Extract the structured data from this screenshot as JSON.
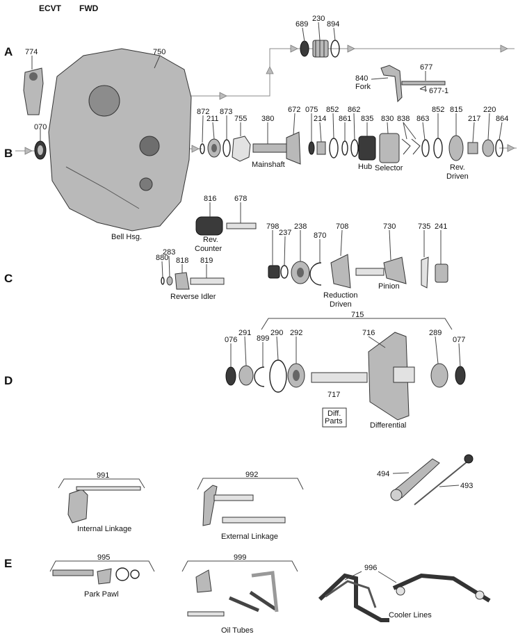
{
  "header": {
    "left": "ECVT",
    "right": "FWD"
  },
  "rows": [
    "A",
    "B",
    "C",
    "D",
    "E"
  ],
  "part_numbers": {
    "p774": "774",
    "p750": "750",
    "p070": "070",
    "p689": "689",
    "p230": "230",
    "p894": "894",
    "p677": "677",
    "p677_1": "677-1",
    "p840": "840",
    "p872": "872",
    "p211": "211",
    "p873": "873",
    "p755": "755",
    "p380": "380",
    "p672": "672",
    "p075": "075",
    "p214": "214",
    "p852a": "852",
    "p861": "861",
    "p862": "862",
    "p835": "835",
    "p830": "830",
    "p838": "838",
    "p863": "863",
    "p852b": "852",
    "p815": "815",
    "p217": "217",
    "p220": "220",
    "p864": "864",
    "p816": "816",
    "p678": "678",
    "p880": "880",
    "p283": "283",
    "p818": "818",
    "p819": "819",
    "p798": "798",
    "p237": "237",
    "p238": "238",
    "p870": "870",
    "p708": "708",
    "p730": "730",
    "p735": "735",
    "p241": "241",
    "p715": "715",
    "p076": "076",
    "p291": "291",
    "p899": "899",
    "p290": "290",
    "p292": "292",
    "p716": "716",
    "p289": "289",
    "p077": "077",
    "p717": "717",
    "p991": "991",
    "p992": "992",
    "p494": "494",
    "p493": "493",
    "p995": "995",
    "p999": "999",
    "p996": "996"
  },
  "captions": {
    "fork": "Fork",
    "mainshaft": "Mainshaft",
    "hub": "Hub",
    "selector": "Selector",
    "rev_driven_1": "Rev.",
    "rev_driven_2": "Driven",
    "bell_hsg": "Bell Hsg.",
    "rev_counter_1": "Rev.",
    "rev_counter_2": "Counter",
    "reverse_idler": "Reverse Idler",
    "reduction_1": "Reduction",
    "reduction_2": "Driven",
    "pinion": "Pinion",
    "diff_parts_1": "Diff.",
    "diff_parts_2": "Parts",
    "differential": "Differential",
    "internal_linkage": "Internal Linkage",
    "external_linkage": "External Linkage",
    "park_pawl": "Park Pawl",
    "oil_tubes": "Oil Tubes",
    "cooler_lines": "Cooler Lines"
  },
  "icons": [
    "flow-arrow-icon",
    "transmission-part-icon"
  ]
}
